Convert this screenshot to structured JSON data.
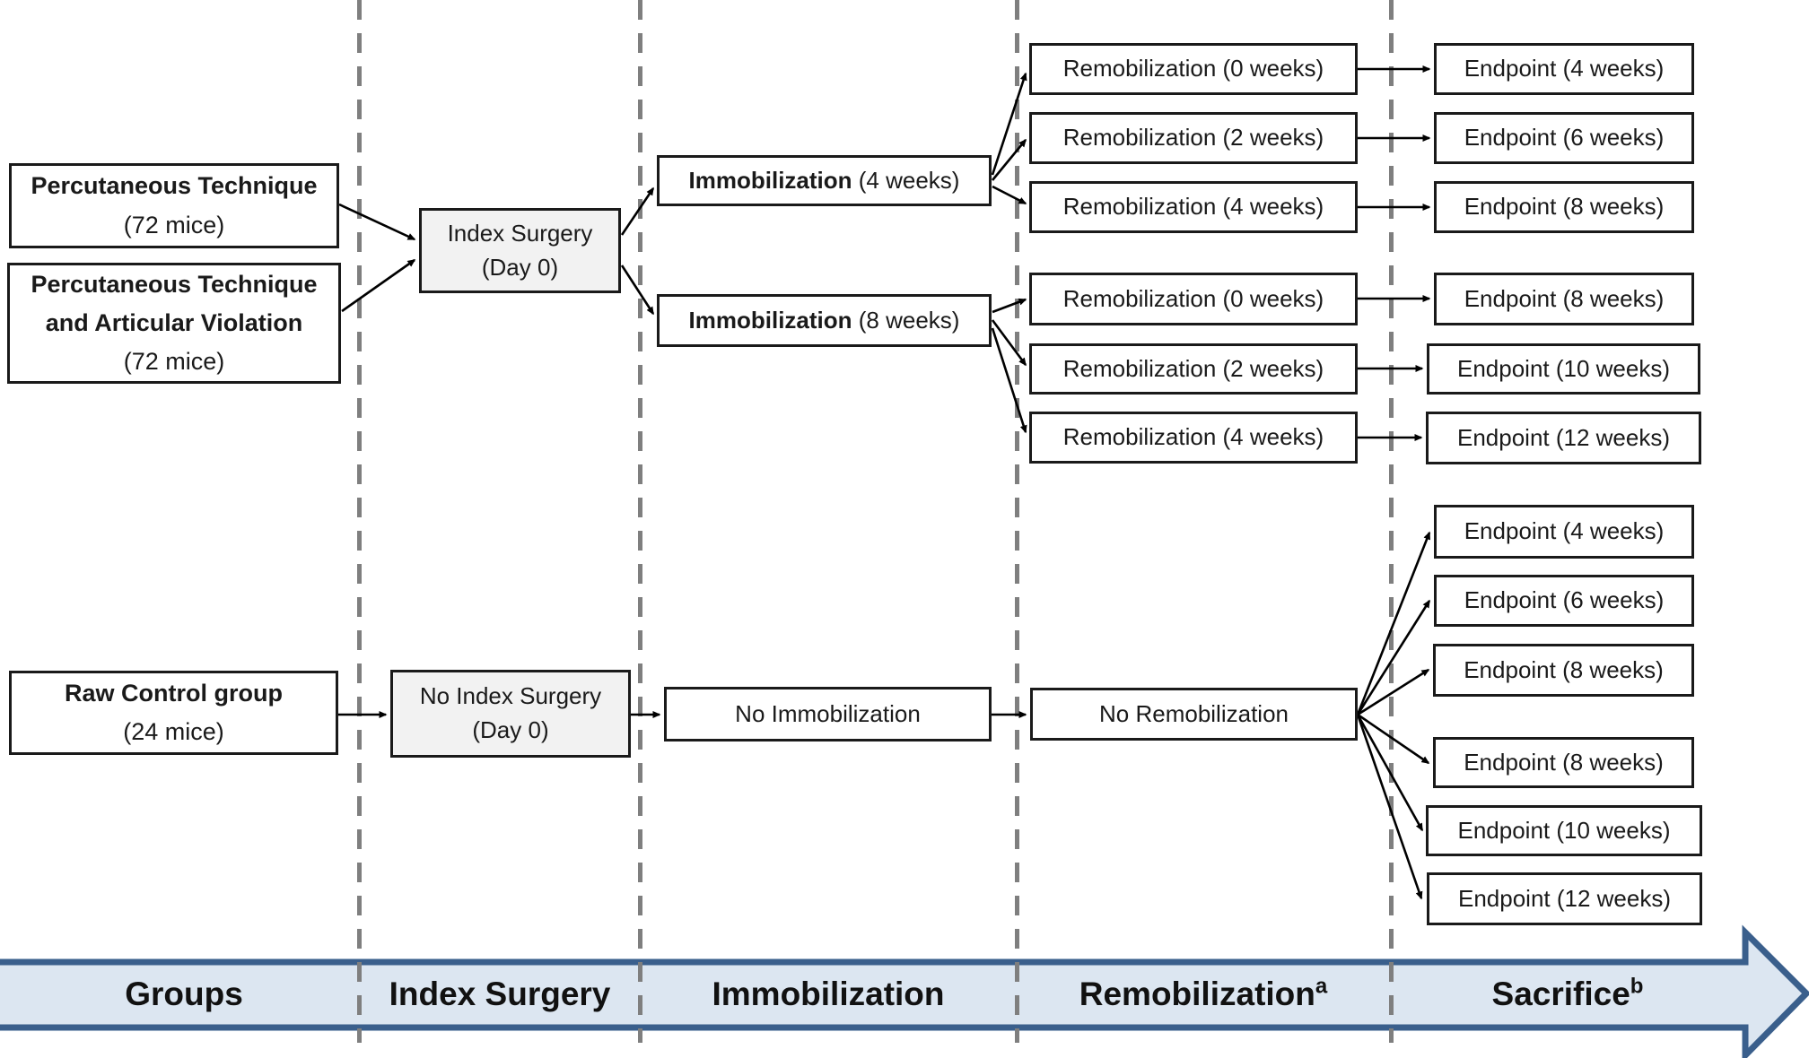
{
  "colors": {
    "box_border": "#1a1a1a",
    "surgery_box_fill": "#f2f2f2",
    "banner_fill": "#dce6f1",
    "banner_border": "#3a5f8c",
    "lane_divider": "#7f7f7f",
    "arrow": "#000000"
  },
  "lanes": [
    {
      "id": "groups",
      "label": "Groups",
      "sup": ""
    },
    {
      "id": "index-surgery",
      "label": "Index Surgery",
      "sup": ""
    },
    {
      "id": "immobilization",
      "label": "Immobilization",
      "sup": ""
    },
    {
      "id": "remobilization",
      "label": "Remobilization",
      "sup": "a"
    },
    {
      "id": "sacrifice",
      "label": "Sacrifice",
      "sup": "b"
    }
  ],
  "nodes": [
    {
      "id": "group-percutaneous",
      "style": "groupbox",
      "lines": [
        [
          {
            "t": "Percutaneous Technique",
            "b": true
          }
        ],
        [
          {
            "t": "(72 mice)",
            "b": false
          }
        ]
      ]
    },
    {
      "id": "group-percutaneous-articular",
      "style": "groupbox",
      "lines": [
        [
          {
            "t": "Percutaneous Technique",
            "b": true
          }
        ],
        [
          {
            "t": "and Articular Violation",
            "b": true
          }
        ],
        [
          {
            "t": "(72 mice)",
            "b": false
          }
        ]
      ]
    },
    {
      "id": "group-raw-control",
      "style": "groupbox",
      "lines": [
        [
          {
            "t": "Raw Control group",
            "b": true
          }
        ],
        [
          {
            "t": "(24 mice)",
            "b": false
          }
        ]
      ]
    },
    {
      "id": "index-surgery",
      "style": "gray",
      "lines": [
        [
          {
            "t": "Index Surgery",
            "b": false
          }
        ],
        [
          {
            "t": "(Day 0)",
            "b": false
          }
        ]
      ]
    },
    {
      "id": "no-index-surgery",
      "style": "gray",
      "lines": [
        [
          {
            "t": "No Index Surgery",
            "b": false
          }
        ],
        [
          {
            "t": "(Day 0)",
            "b": false
          }
        ]
      ]
    },
    {
      "id": "immobilization-4w",
      "style": "",
      "lines": [
        [
          {
            "t": "Immobilization",
            "b": true
          },
          {
            "t": " (4 weeks)",
            "b": false
          }
        ]
      ]
    },
    {
      "id": "immobilization-8w",
      "style": "",
      "lines": [
        [
          {
            "t": "Immobilization",
            "b": true
          },
          {
            "t": " (8 weeks)",
            "b": false
          }
        ]
      ]
    },
    {
      "id": "no-immobilization",
      "style": "",
      "lines": [
        [
          {
            "t": "No Immobilization",
            "b": false
          }
        ]
      ]
    },
    {
      "id": "remobilization-g1-0w",
      "style": "",
      "lines": [
        [
          {
            "t": "Remobilization (0 weeks)",
            "b": false
          }
        ]
      ]
    },
    {
      "id": "remobilization-g1-2w",
      "style": "",
      "lines": [
        [
          {
            "t": "Remobilization (2 weeks)",
            "b": false
          }
        ]
      ]
    },
    {
      "id": "remobilization-g1-4w",
      "style": "",
      "lines": [
        [
          {
            "t": "Remobilization (4 weeks)",
            "b": false
          }
        ]
      ]
    },
    {
      "id": "remobilization-g2-0w",
      "style": "",
      "lines": [
        [
          {
            "t": "Remobilization (0 weeks)",
            "b": false
          }
        ]
      ]
    },
    {
      "id": "remobilization-g2-2w",
      "style": "",
      "lines": [
        [
          {
            "t": "Remobilization (2 weeks)",
            "b": false
          }
        ]
      ]
    },
    {
      "id": "remobilization-g2-4w",
      "style": "",
      "lines": [
        [
          {
            "t": "Remobilization (4 weeks)",
            "b": false
          }
        ]
      ]
    },
    {
      "id": "no-remobilization",
      "style": "",
      "lines": [
        [
          {
            "t": "No Remobilization",
            "b": false
          }
        ]
      ]
    },
    {
      "id": "endpoint-g1-4w",
      "style": "",
      "lines": [
        [
          {
            "t": "Endpoint (4 weeks)",
            "b": false
          }
        ]
      ]
    },
    {
      "id": "endpoint-g1-6w",
      "style": "",
      "lines": [
        [
          {
            "t": "Endpoint (6 weeks)",
            "b": false
          }
        ]
      ]
    },
    {
      "id": "endpoint-g1-8w",
      "style": "",
      "lines": [
        [
          {
            "t": "Endpoint (8 weeks)",
            "b": false
          }
        ]
      ]
    },
    {
      "id": "endpoint-g2-8w",
      "style": "",
      "lines": [
        [
          {
            "t": "Endpoint (8 weeks)",
            "b": false
          }
        ]
      ]
    },
    {
      "id": "endpoint-g2-10w",
      "style": "",
      "lines": [
        [
          {
            "t": "Endpoint (10 weeks)",
            "b": false
          }
        ]
      ]
    },
    {
      "id": "endpoint-g2-12w",
      "style": "",
      "lines": [
        [
          {
            "t": "Endpoint (12 weeks)",
            "b": false
          }
        ]
      ]
    },
    {
      "id": "endpoint-ctrl-4w",
      "style": "",
      "lines": [
        [
          {
            "t": "Endpoint (4 weeks)",
            "b": false
          }
        ]
      ]
    },
    {
      "id": "endpoint-ctrl-6w",
      "style": "",
      "lines": [
        [
          {
            "t": "Endpoint (6 weeks)",
            "b": false
          }
        ]
      ]
    },
    {
      "id": "endpoint-ctrl-8w",
      "style": "",
      "lines": [
        [
          {
            "t": "Endpoint (8 weeks)",
            "b": false
          }
        ]
      ]
    },
    {
      "id": "endpoint-ctrl-8w2",
      "style": "",
      "lines": [
        [
          {
            "t": "Endpoint (8 weeks)",
            "b": false
          }
        ]
      ]
    },
    {
      "id": "endpoint-ctrl-10w",
      "style": "",
      "lines": [
        [
          {
            "t": "Endpoint (10 weeks)",
            "b": false
          }
        ]
      ]
    },
    {
      "id": "endpoint-ctrl-12w",
      "style": "",
      "lines": [
        [
          {
            "t": "Endpoint (12 weeks)",
            "b": false
          }
        ]
      ]
    }
  ]
}
